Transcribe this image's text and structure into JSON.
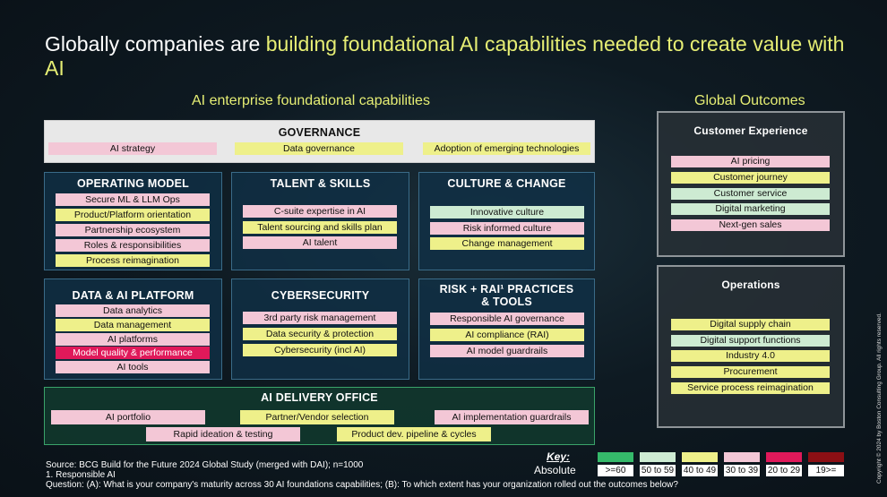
{
  "title": {
    "prefix": "Globally companies are ",
    "highlight": "building foundational AI capabilities needed to create value with AI"
  },
  "left_heading": "AI enterprise foundational capabilities",
  "right_heading": "Global Outcomes",
  "colors": {
    "green": "#35b96a",
    "light_green": "#cdebd2",
    "yellow": "#eef08a",
    "pink": "#f3c7d6",
    "magenta": "#e0195a",
    "dark_red": "#8c0f14"
  },
  "governance": {
    "title": "GOVERNANCE",
    "items": [
      {
        "label": "AI strategy",
        "color": "#f3c7d6"
      },
      {
        "label": "Data governance",
        "color": "#eef08a"
      },
      {
        "label": "Adoption of emerging technologies",
        "color": "#eef08a"
      }
    ]
  },
  "operating_model": {
    "title": "OPERATING MODEL",
    "items": [
      {
        "label": "Secure ML & LLM Ops",
        "color": "#f3c7d6"
      },
      {
        "label": "Product/Platform orientation",
        "color": "#eef08a"
      },
      {
        "label": "Partnership ecosystem",
        "color": "#f3c7d6"
      },
      {
        "label": "Roles & responsibilities",
        "color": "#f3c7d6"
      },
      {
        "label": "Process reimagination",
        "color": "#eef08a"
      }
    ]
  },
  "talent": {
    "title": "TALENT & SKILLS",
    "items": [
      {
        "label": "C-suite expertise in AI",
        "color": "#f3c7d6"
      },
      {
        "label": "Talent sourcing and skills plan",
        "color": "#eef08a"
      },
      {
        "label": "AI talent",
        "color": "#f3c7d6"
      }
    ]
  },
  "culture": {
    "title": "CULTURE & CHANGE",
    "items": [
      {
        "label": "Innovative culture",
        "color": "#cdebd2"
      },
      {
        "label": "Risk informed culture",
        "color": "#f3c7d6"
      },
      {
        "label": "Change management",
        "color": "#eef08a"
      }
    ]
  },
  "data_platform": {
    "title": "DATA & AI PLATFORM",
    "items": [
      {
        "label": "Data analytics",
        "color": "#f3c7d6"
      },
      {
        "label": "Data management",
        "color": "#eef08a"
      },
      {
        "label": "AI platforms",
        "color": "#f3c7d6"
      },
      {
        "label": "Model quality & performance",
        "color": "#e0195a"
      },
      {
        "label": "AI tools",
        "color": "#f3c7d6"
      }
    ]
  },
  "cyber": {
    "title": "CYBERSECURITY",
    "items": [
      {
        "label": "3rd party risk management",
        "color": "#f3c7d6"
      },
      {
        "label": "Data security & protection",
        "color": "#eef08a"
      },
      {
        "label": "Cybersecurity (incl AI)",
        "color": "#eef08a"
      }
    ]
  },
  "risk": {
    "title_line1": "RISK + RAI¹ PRACTICES",
    "title_line2": "& TOOLS",
    "items": [
      {
        "label": "Responsible AI governance",
        "color": "#f3c7d6"
      },
      {
        "label": "AI compliance (RAI)",
        "color": "#eef08a"
      },
      {
        "label": "AI model guardrails",
        "color": "#f3c7d6"
      }
    ]
  },
  "delivery": {
    "title": "AI DELIVERY OFFICE",
    "items": [
      {
        "label": "AI portfolio",
        "color": "#f3c7d6"
      },
      {
        "label": "Partner/Vendor selection",
        "color": "#eef08a"
      },
      {
        "label": "AI implementation guardrails",
        "color": "#f3c7d6"
      },
      {
        "label": "Rapid ideation & testing",
        "color": "#f3c7d6"
      },
      {
        "label": "Product dev. pipeline & cycles",
        "color": "#eef08a"
      }
    ]
  },
  "customer_experience": {
    "title": "Customer Experience",
    "items": [
      {
        "label": "AI pricing",
        "color": "#f3c7d6"
      },
      {
        "label": "Customer journey",
        "color": "#eef08a"
      },
      {
        "label": "Customer service",
        "color": "#cdebd2"
      },
      {
        "label": "Digital marketing",
        "color": "#cdebd2"
      },
      {
        "label": "Next-gen sales",
        "color": "#f3c7d6"
      }
    ]
  },
  "operations": {
    "title": "Operations",
    "items": [
      {
        "label": "Digital supply chain",
        "color": "#eef08a"
      },
      {
        "label": "Digital support functions",
        "color": "#cdebd2"
      },
      {
        "label": "Industry 4.0",
        "color": "#eef08a"
      },
      {
        "label": "Procurement",
        "color": "#eef08a"
      },
      {
        "label": "Service process reimagination",
        "color": "#eef08a"
      }
    ]
  },
  "key": {
    "title": "Key:",
    "row_label": "Absolute",
    "items": [
      {
        "label": ">=60",
        "color": "#35b96a"
      },
      {
        "label": "50 to 59",
        "color": "#cdebd2"
      },
      {
        "label": "40 to 49",
        "color": "#eef08a"
      },
      {
        "label": "30 to 39",
        "color": "#f3c7d6"
      },
      {
        "label": "20 to 29",
        "color": "#e0195a"
      },
      {
        "label": "19>=",
        "color": "#8c0f14"
      }
    ]
  },
  "footer": {
    "source": "Source:  BCG Build for the Future 2024 Global Study (merged with DAI); n=1000",
    "note": "1. Responsible AI",
    "question": "Question: (A): What is your company's maturity across 30 AI foundations capabilities; (B): To which extent has your organization rolled out the outcomes below?"
  },
  "copyright": "Copyright © 2024 by Boston Consulting Group. All rights reserved."
}
